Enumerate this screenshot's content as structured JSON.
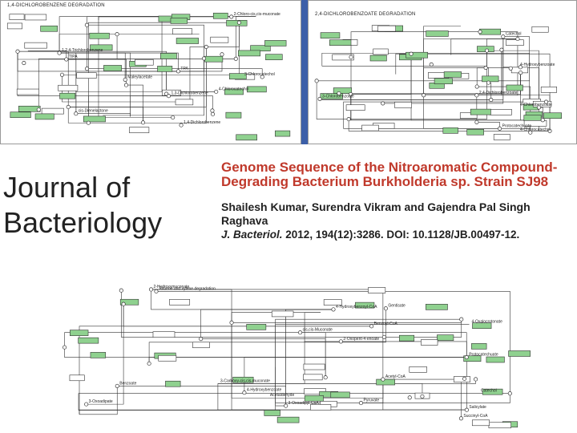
{
  "panels": {
    "top_left_title": "1,4-DICHLOROBENZENE DEGRADATION",
    "top_right_title": "2,4-DICHLOROBENZOATE DEGRADATION",
    "bottom_left_title": "",
    "labels_top_left": [
      "1,4-Dichlorobenzene",
      "1,2,4-Trichlorobenzene",
      "3-Chlorocatechol",
      "cis-Dienelactone",
      "Maleylacetate",
      "2-Chloro-cis,cis-muconate",
      "4-Chlorocatechol",
      "1,3-Dichlorobenzene",
      "TPA",
      "TIPA"
    ],
    "labels_top_right": [
      "2,4-Dichlorobenzoate",
      "4-Chlorobenzoate",
      "4-Hydroxybenzoate",
      "Protocatechuate",
      "3-Chlorobenzoate",
      "4-Chlorocatechol",
      "Catechol"
    ],
    "labels_bottom_left": [
      "Benzoate",
      "Catechol",
      "cis,cis-Muconate",
      "3-Oxoadipate",
      "Protocatechuate",
      "4-Hydroxybenzoate",
      "Salicylate",
      "Gentisate",
      "2-Hydroxymuconate",
      "Pyruvate",
      "Acetaldehyde",
      "4-Oxalocrotonate",
      "3-Carboxy-cis,cis-muconate",
      "2-Oxopent-4-enoate",
      "4-Hydroxybenzoyl-CoA",
      "Benzoyl-CoA",
      "Toluene and xylene degradation",
      "3-Oxoadipyl-CoA",
      "Succinyl-CoA",
      "Acetyl-CoA"
    ]
  },
  "journal": {
    "line1": "Journal of",
    "line2": "Bacteriology"
  },
  "citation": {
    "title": "Genome Sequence of the Nitroaromatic Compound-Degrading Bacterium Burkholderia sp. Strain SJ98",
    "authors": "Shailesh Kumar, Surendra Vikram and Gajendra Pal Singh Raghava",
    "journal_abbrev": "J. Bacteriol.",
    "details": " 2012, 194(12):3286. DOI: 10.1128/JB.00497-12."
  },
  "colors": {
    "title_red": "#c0392b",
    "enzyme_green": "#8fd18f",
    "divider_blue": "#3c5fa8"
  }
}
